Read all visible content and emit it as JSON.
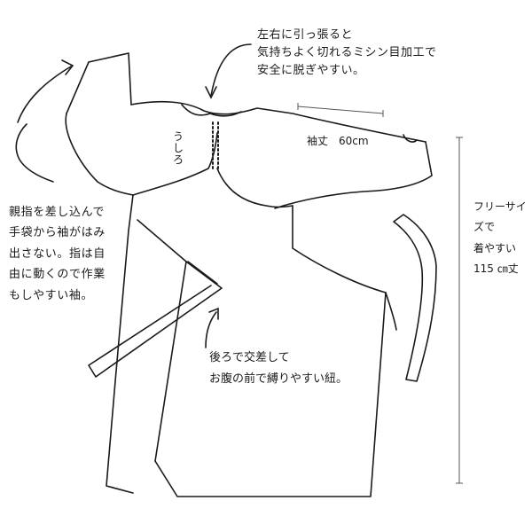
{
  "annotations": {
    "top": "左右に引っ張ると\n気持ちよく切れるミシン目加工で\n安全に脱ぎやすい。",
    "left": "親指を差し込んで\n手袋から袖がはみ\n出さない。指は自\n由に動くので作業\nもしやすい袖。",
    "right": "フリーサイズで\n着やすい\n115 ㎝丈",
    "bottom": "後ろで交差して\nお腹の前で縛りやすい紐。",
    "sleeve_length": "袖丈　60cm",
    "back_label": "う\nし\nろ"
  },
  "colors": {
    "line": "#1a1a1a",
    "background": "#ffffff",
    "measure": "#555555"
  }
}
